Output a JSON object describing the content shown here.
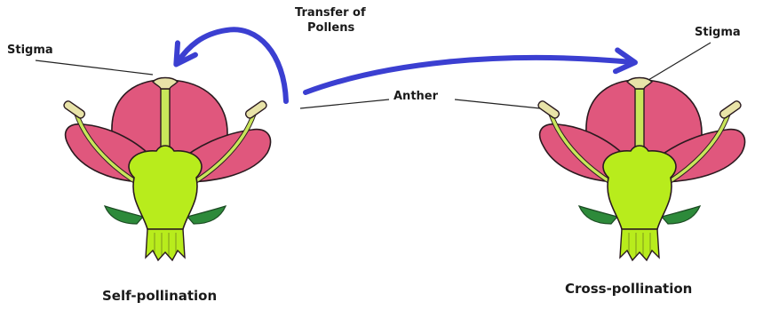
{
  "labels": {
    "stigma_left": "Stigma",
    "stigma_right": "Stigma",
    "transfer_line1": "Transfer of",
    "transfer_line2": "Pollens",
    "anther": "Anther",
    "self_pollination": "Self-pollination",
    "cross_pollination": "Cross-pollination"
  },
  "colors": {
    "petal": "#e0577d",
    "petal_outline": "#2a1a1f",
    "ovary": "#b8ec1c",
    "stamen": "#c8e65a",
    "anther": "#e8e3a8",
    "sepal": "#2d8a3a",
    "arrow": "#3b3fd1"
  }
}
